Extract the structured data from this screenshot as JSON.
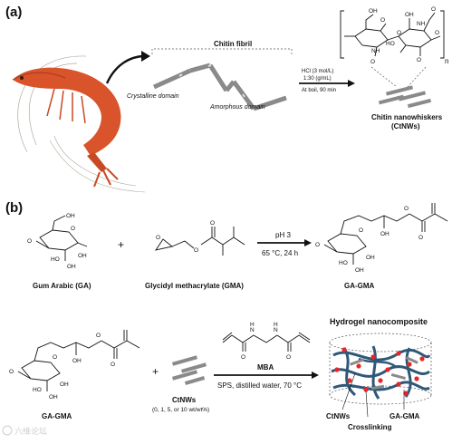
{
  "panel_a": {
    "label": "(a)",
    "fibril_title": "Chitin fibril",
    "crystalline": "Crystalline domain",
    "amorphous": "Amorphous domain",
    "cond1": "HCl (3 mol/L)",
    "cond2": "1:30 (g/mL)",
    "cond3": "At boil, 90 min",
    "nano1": "Chitin nanowhiskers",
    "nano2": "(CtNWs)",
    "repeat_n": "n"
  },
  "panel_b": {
    "label": "(b)",
    "ga": "Gum Arabic (GA)",
    "gma": "Glycidyl methacrylate (GMA)",
    "ph": "pH 3",
    "temp1": "65 °C, 24 h",
    "gagma": "GA-GMA",
    "gagma2": "GA-GMA",
    "ctnws": "CtNWs",
    "ctnws_amt": "(0, 1, 5, or 10 wt/wt%)",
    "mba": "MBA",
    "sps": "SPS,  distilled water, 70 °C",
    "hydrogel": "Hydrogel nanocomposite",
    "leg_ctnws": "CtNWs",
    "leg_cross": "Crosslinking",
    "leg_gagma": "GA-GMA",
    "plus1": "+",
    "plus2": "+"
  },
  "atoms": {
    "o": "O",
    "oh": "OH",
    "ho": "HO",
    "nh": "NH",
    "h": "H",
    "n": "N"
  },
  "watermark": "六维论坛",
  "colors": {
    "shrimp": "#d9532b",
    "network": "#2f5878",
    "crosslink": "#e8262a",
    "rod": "#8a8a8a"
  }
}
